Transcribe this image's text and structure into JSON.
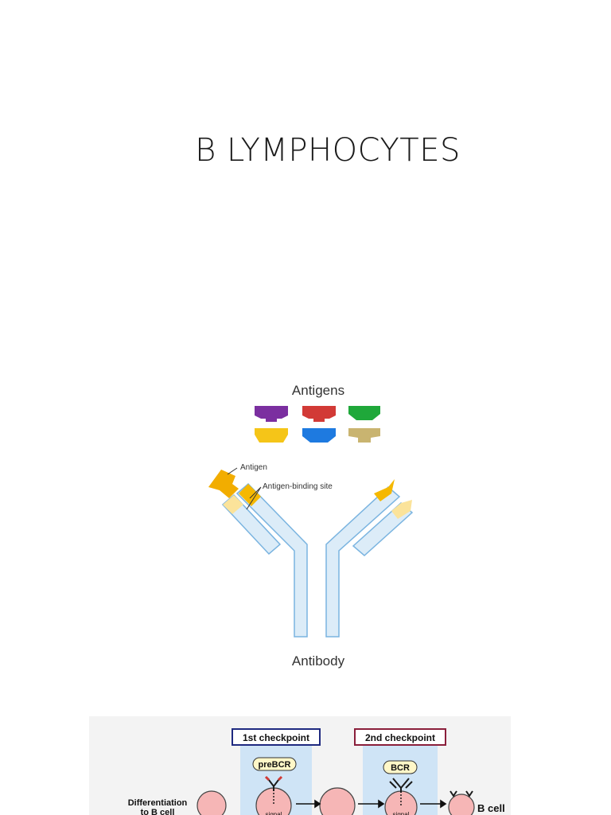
{
  "slide": {
    "title": "B LYMPHOCYTES"
  },
  "antibody_figure": {
    "heading": "Antigens",
    "antigen_label": "Antigen",
    "binding_site_label": "Antigen-binding site",
    "footer": "Antibody",
    "antigen_colors": [
      "#7b2fa0",
      "#d23a36",
      "#1fa83a",
      "#f5c518",
      "#1e7ae0",
      "#c9b470"
    ]
  },
  "checkpoint_figure": {
    "checkpoint1": "1st checkpoint",
    "checkpoint2": "2nd checkpoint",
    "prebcr": "preBCR",
    "bcr": "BCR",
    "differentiation_line1": "Differentiation",
    "differentiation_line2": "to B cell",
    "bcell": "B cell",
    "signal1": "signal",
    "signal2": "signal"
  }
}
